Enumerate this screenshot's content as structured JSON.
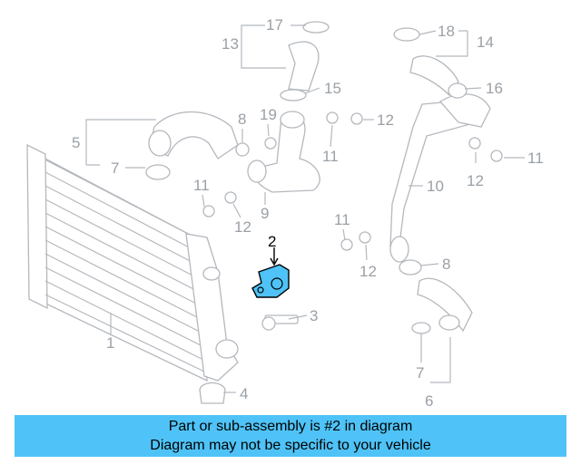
{
  "diagram": {
    "highlighted_part": "2",
    "highlight_color": "#4fc3f7",
    "part_color": "#b4b8bd",
    "callouts": {
      "c1": "1",
      "c2": "2",
      "c3": "3",
      "c4": "4",
      "c5": "5",
      "c6": "6",
      "c7a": "7",
      "c7b": "7",
      "c8a": "8",
      "c8b": "8",
      "c9": "9",
      "c10": "10",
      "c11a": "11",
      "c11b": "11",
      "c11c": "11",
      "c11d": "11",
      "c12a": "12",
      "c12b": "12",
      "c12c": "12",
      "c12d": "12",
      "c13": "13",
      "c14": "14",
      "c15": "15",
      "c16": "16",
      "c17": "17",
      "c18": "18",
      "c19": "19"
    }
  },
  "banner": {
    "line1": "Part or sub-assembly is #2 in diagram",
    "line2": "Diagram may not be specific to your vehicle",
    "background": "#4fc3f7"
  }
}
